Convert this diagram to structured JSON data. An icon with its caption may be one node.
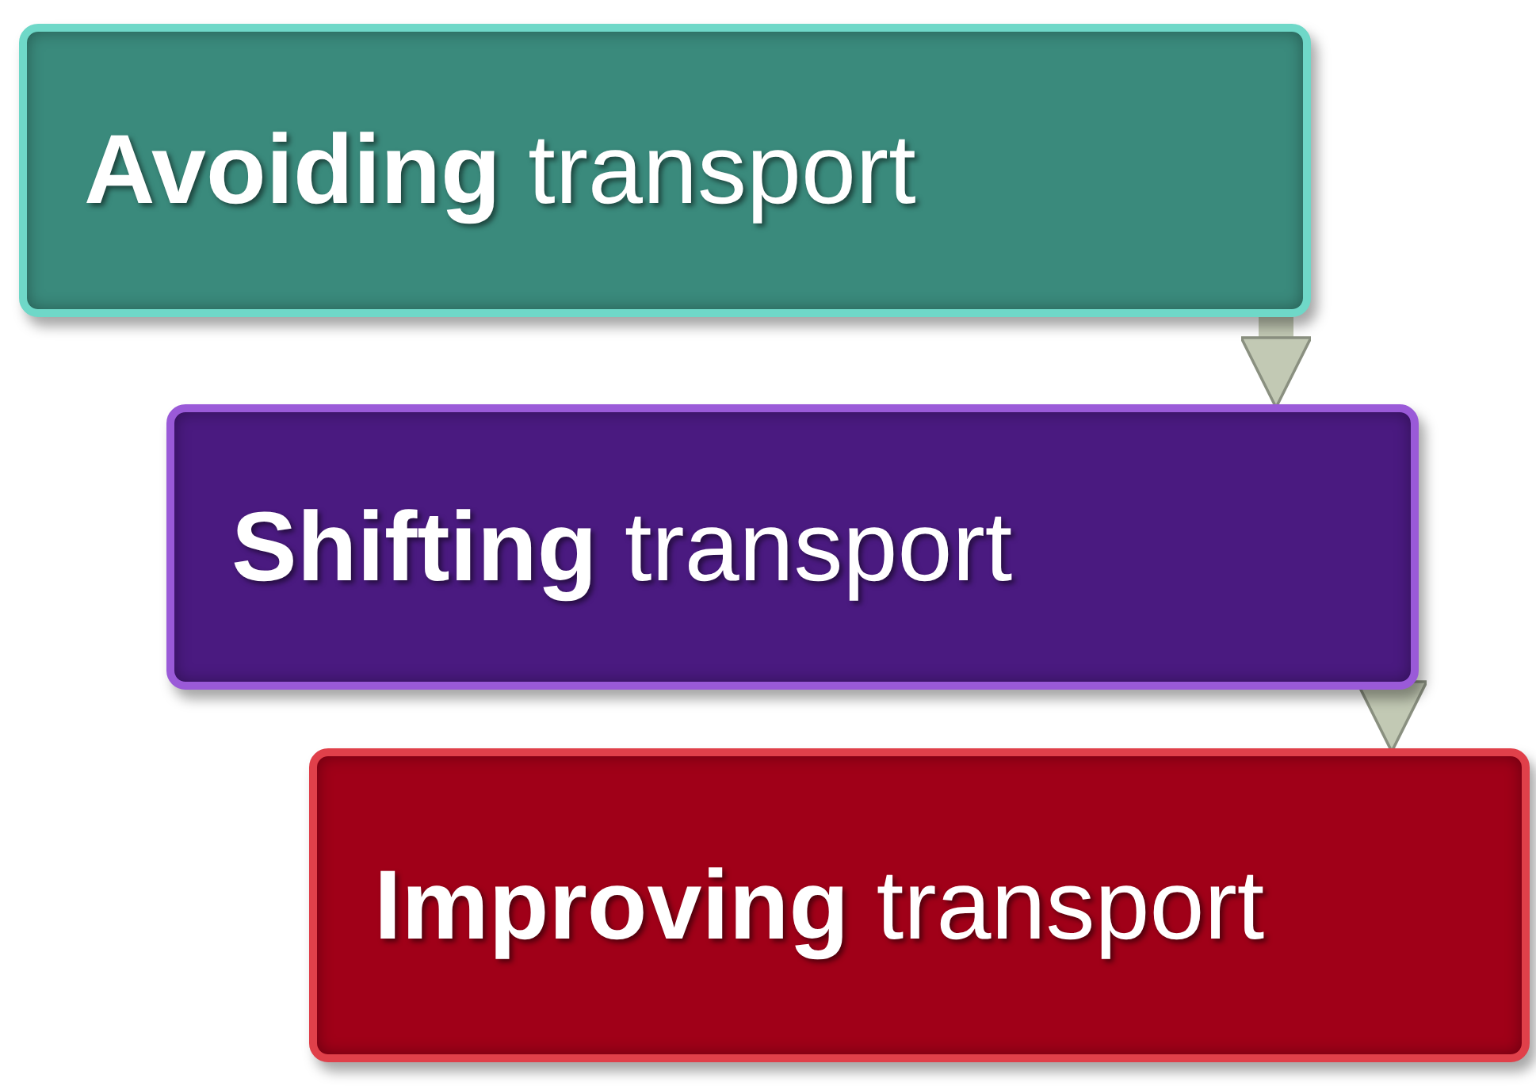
{
  "diagram": {
    "nodes": [
      {
        "text": [
          "**Avoiding** transport"
        ]
      },
      {
        "text": [
          "**Shifting** transport"
        ]
      },
      {
        "text": [
          "**Improving** transport"
        ]
      }
    ],
    "edges": [
      {
        "from": 0,
        "to": 1,
        "arrow": "to"
      },
      {
        "from": 1,
        "to": 2,
        "arrow": "to"
      }
    ]
  }
}
